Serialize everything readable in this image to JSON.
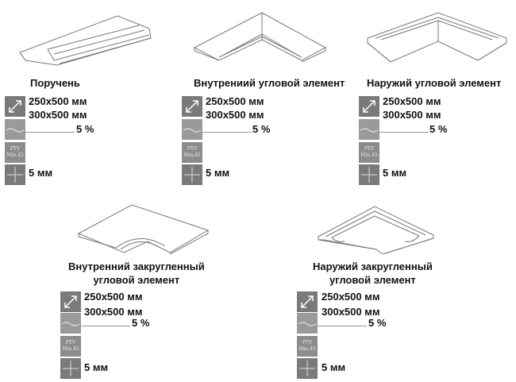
{
  "products": [
    {
      "title_lines": [
        "Поручень"
      ],
      "illustration": "handrail-illustration",
      "size1": "250x500 мм",
      "size2": "300x500 мм",
      "slip": "5 %",
      "ptv_line1": "PTV",
      "ptv_line2": "Min.45",
      "joint": "5 мм"
    },
    {
      "title_lines": [
        "Внутрениий угловой элемент"
      ],
      "illustration": "inner-corner-illustration",
      "size1": "250x500 мм",
      "size2": "300x500 мм",
      "slip": "5 %",
      "ptv_line1": "PTV",
      "ptv_line2": "Min.45",
      "joint": "5 мм"
    },
    {
      "title_lines": [
        "Наружий угловой элемент"
      ],
      "illustration": "outer-corner-illustration",
      "size1": "250x500 мм",
      "size2": "300x500 мм",
      "slip": "5 %",
      "ptv_line1": "PTV",
      "ptv_line2": "Min.45",
      "joint": "5 мм"
    },
    {
      "title_lines": [
        "Внутренний закругленный",
        "угловой элемент"
      ],
      "illustration": "inner-rounded-corner-illustration",
      "size1": "250x500 мм",
      "size2": "300x500 мм",
      "slip": "5 %",
      "ptv_line1": "PTV",
      "ptv_line2": "Min.45",
      "joint": "5 мм"
    },
    {
      "title_lines": [
        "Наружий закругленный",
        "угловой элемент"
      ],
      "illustration": "outer-rounded-corner-illustration",
      "size1": "250x500 мм",
      "size2": "300x500 мм",
      "slip": "5 %",
      "ptv_line1": "PTV",
      "ptv_line2": "Min.45",
      "joint": "5 мм"
    }
  ]
}
